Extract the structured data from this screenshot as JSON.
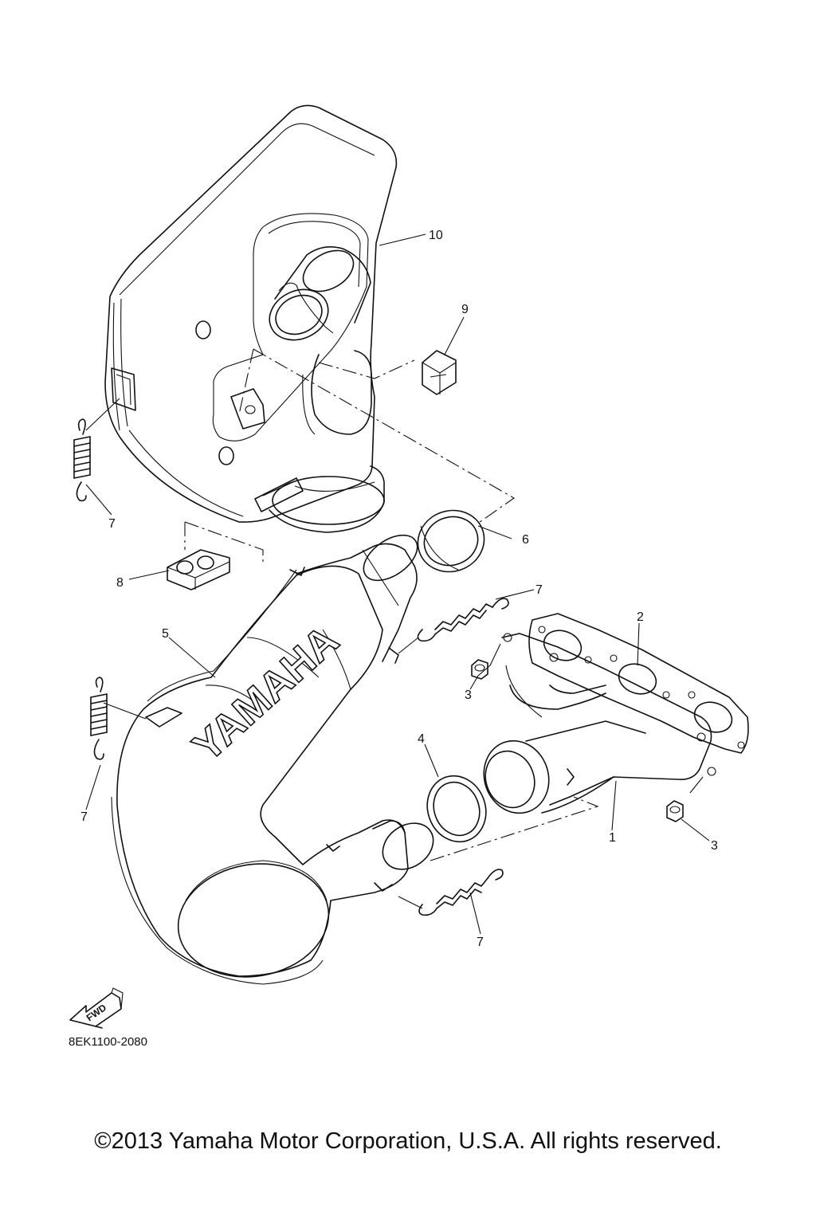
{
  "diagram": {
    "callouts": [
      {
        "id": "c10",
        "label": "10"
      },
      {
        "id": "c9",
        "label": "9"
      },
      {
        "id": "c7a",
        "label": "7"
      },
      {
        "id": "c6",
        "label": "6"
      },
      {
        "id": "c8",
        "label": "8"
      },
      {
        "id": "c7b",
        "label": "7"
      },
      {
        "id": "c2",
        "label": "2"
      },
      {
        "id": "c5",
        "label": "5"
      },
      {
        "id": "c3a",
        "label": "3"
      },
      {
        "id": "c4",
        "label": "4"
      },
      {
        "id": "c7c",
        "label": "7"
      },
      {
        "id": "c1",
        "label": "1"
      },
      {
        "id": "c3b",
        "label": "3"
      },
      {
        "id": "c7d",
        "label": "7"
      }
    ],
    "brand_text": "YAMAHA",
    "fwd_text": "FWD",
    "part_code": "8EK1100-2080"
  },
  "footer": {
    "copyright": "©2013 Yamaha Motor Corporation, U.S.A. All rights reserved."
  }
}
